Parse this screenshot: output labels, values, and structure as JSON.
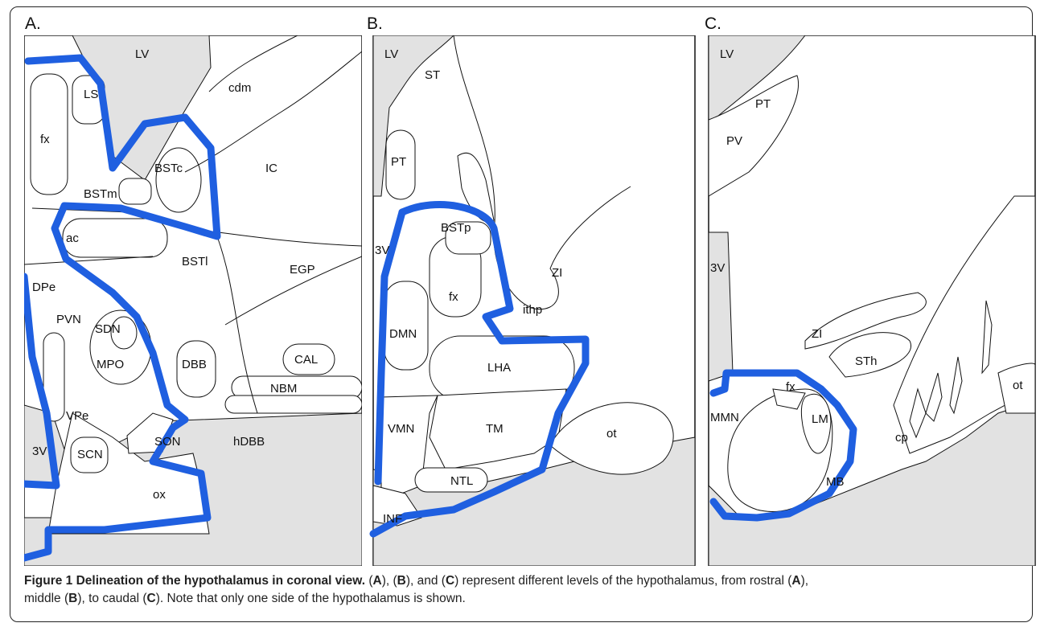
{
  "panels": {
    "a": {
      "letter": "A.",
      "labels": [
        "LV",
        "LS",
        "fx",
        "cdm",
        "BSTc",
        "IC",
        "BSTm",
        "ac",
        "BSTl",
        "EGP",
        "DPe",
        "PVN",
        "SDN",
        "CAL",
        "MPO",
        "DBB",
        "NBM",
        "VPe",
        "SON",
        "hDBB",
        "3V",
        "SCN",
        "ox"
      ]
    },
    "b": {
      "letter": "B.",
      "labels": [
        "LV",
        "ST",
        "PT",
        "3V",
        "BSTp",
        "ZI",
        "fx",
        "ithp",
        "DMN",
        "LHA",
        "VMN",
        "TM",
        "ot",
        "NTL",
        "INF"
      ]
    },
    "c": {
      "letter": "C.",
      "labels": [
        "LV",
        "PT",
        "PV",
        "3V",
        "ZI",
        "STh",
        "ot",
        "MMN",
        "fx",
        "LM",
        "cp",
        "MB"
      ]
    }
  },
  "caption": {
    "title": "Figure 1 Delineation of the hypothalamus in coronal view.",
    "text_parts": [
      " (",
      "A",
      "), (",
      "B",
      "), and (",
      "C",
      ") represent different levels of the hypothalamus, from rostral (",
      "A",
      "),",
      " middle (",
      "B",
      "), to caudal (",
      "C",
      "). Note that only one side of the hypothalamus is shown."
    ]
  },
  "colors": {
    "delineation": "#1f5fe0",
    "ventricle_fill": "#e2e2e2",
    "outline": "#111111"
  }
}
